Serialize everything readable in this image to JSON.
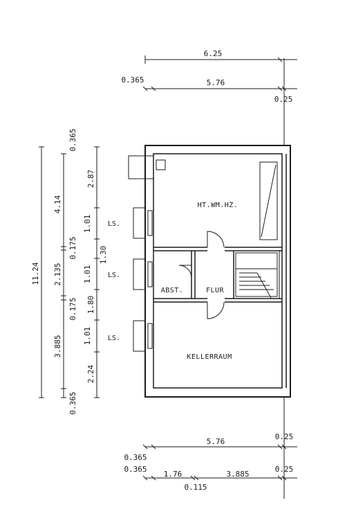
{
  "dimensions": {
    "top_overall": "6.25",
    "top_wall_left": "0.365",
    "top_inner": "5.76",
    "top_wall_right": "0.25",
    "left_overall": "11.24",
    "left_col2_top": "4.14",
    "left_col2_mid": "2.135",
    "left_col2_bottom": "3.885",
    "left_col2_wall_top": "0.365",
    "left_col2_wall_bottom": "0.365",
    "left_col2_wall_mid1": "0.175",
    "left_col2_wall_mid2": "0.175",
    "left_col3_top": "2.87",
    "left_col3_win1": "1.01",
    "left_col3_win2": "1.01",
    "left_col3_win3": "1.01",
    "left_col3_gap": "1.80",
    "left_col3_bottom": "2.24",
    "left_col3_flur": "1.30",
    "bottom_inner": "5.76",
    "bottom_wall_right1": "0.25",
    "bottom_wall_left1": "0.365",
    "bottom_wall_left2": "0.365",
    "bottom_seg1": "1.76",
    "bottom_seg2": "3.885",
    "bottom_wall_right2": "0.25",
    "bottom_mid_wall": "0.115"
  },
  "rooms": {
    "heating": "HT.WM.HZ.",
    "storage": "ABST.",
    "hall": "FLUR",
    "cellar": "KELLERRAUM"
  },
  "windows": {
    "ls1": "LS.",
    "ls2": "LS.",
    "ls3": "LS."
  }
}
